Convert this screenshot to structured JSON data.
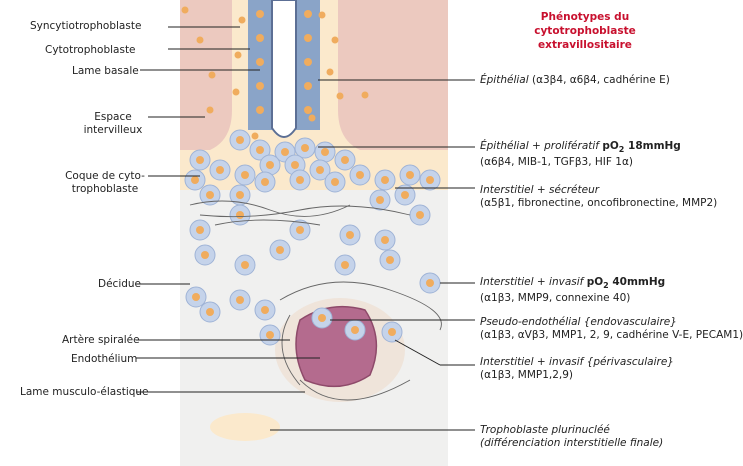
{
  "title_line1": "Phénotypes du cytotrophoblaste",
  "title_line2": "extravillositaire",
  "left_labels": {
    "syncytio": "Syncytiotrophoblaste",
    "cyto": "Cytotrophoblaste",
    "lame_basale": "Lame basale",
    "espace1": "Espace",
    "espace2": "intervilleux",
    "coque1": "Coque de cyto-",
    "coque2": "trophoblaste",
    "decidue": "Décidue",
    "artere": "Artère spiralée",
    "endothelium": "Endothélium",
    "lame_musculo": "Lame musculo-élastique"
  },
  "right_labels": {
    "epithelial_title": "Épithélial",
    "epithelial_markers": "(α3β4, α6β4, cadhérine E)",
    "prolif_title": "Épithélial + prolifératif",
    "prolif_po2": "pO",
    "prolif_po2_sub": "2",
    "prolif_po2_val": " 18mmHg",
    "prolif_markers": "(α6β4, MIB-1, TGFβ3, HIF 1α)",
    "secret_title": "Interstitiel + sécréteur",
    "secret_markers": "(α5β1, fibronectine, oncofibronectine, MMP2)",
    "invasif_title": "Interstitiel + invasif",
    "invasif_po2": "pO",
    "invasif_po2_sub": "2",
    "invasif_po2_val": " 40mmHg",
    "invasif_markers": "(α1β3, MMP9, connexine 40)",
    "pseudo_title": "Pseudo-endothélial {endovasculaire}",
    "pseudo_markers": "(α1β3, αVβ3, MMP1, 2, 9, cadhérine V-E, PECAM1)",
    "periv_title": "Interstitiel + invasif {périvasculaire}",
    "periv_markers": "(α1β3, MMP1,2,9)",
    "pluri_title": "Trophoblaste plurinucléé",
    "pluri_sub": "(différenciation interstitielle finale)"
  },
  "colors": {
    "placenta_pink": "#ecc9bf",
    "background_gray": "#f0f0ef",
    "cell_blue": "#c5d3ea",
    "cell_dark_blue": "#7f97bf",
    "nucleus_orange": "#f0ac5e",
    "artery_purple": "#b46b8e",
    "title_red": "#c8102e",
    "cream": "#fbe9cc"
  }
}
